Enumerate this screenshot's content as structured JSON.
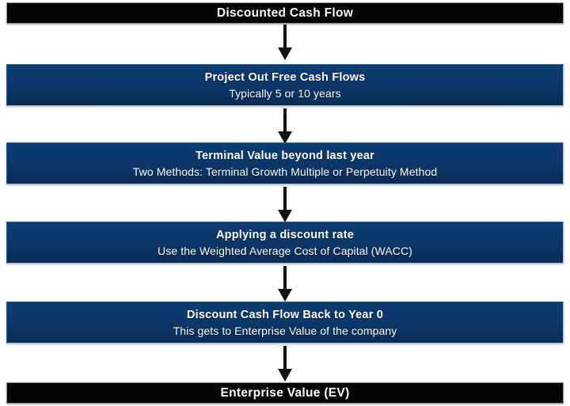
{
  "diagram": {
    "title": "Discounted Cash Flow",
    "colors": {
      "terminal_fill": "#050505",
      "process_fill": "#0b3768",
      "text": "#ffffff",
      "background": "#ffffff",
      "arrow": "#111111"
    },
    "nodes": [
      {
        "id": "top",
        "kind": "terminal",
        "title": "Discounted Cash Flow",
        "subtitle": ""
      },
      {
        "id": "step-1",
        "kind": "process",
        "title": "Project Out Free Cash Flows",
        "subtitle": "Typically 5 or 10 years"
      },
      {
        "id": "step-2",
        "kind": "process",
        "title": "Terminal Value beyond last year",
        "subtitle": "Two Methods: Terminal Growth Multiple or Perpetuity Method"
      },
      {
        "id": "step-3",
        "kind": "process",
        "title": "Applying a discount rate",
        "subtitle": "Use the Weighted Average Cost of Capital (WACC)"
      },
      {
        "id": "step-4",
        "kind": "process",
        "title": "Discount Cash Flow Back to Year 0",
        "subtitle": "This gets to Enterprise Value of the company"
      },
      {
        "id": "bottom",
        "kind": "terminal",
        "title": "Enterprise Value (EV)",
        "subtitle": ""
      }
    ],
    "connectors": [
      {
        "id": "arrow-1",
        "icon": "arrow-down-icon",
        "from": "top",
        "to": "step-1"
      },
      {
        "id": "arrow-2",
        "icon": "arrow-down-icon",
        "from": "step-1",
        "to": "step-2"
      },
      {
        "id": "arrow-3",
        "icon": "arrow-down-icon",
        "from": "step-2",
        "to": "step-3"
      },
      {
        "id": "arrow-4",
        "icon": "arrow-down-icon",
        "from": "step-3",
        "to": "step-4"
      },
      {
        "id": "arrow-5",
        "icon": "arrow-down-icon",
        "from": "step-4",
        "to": "bottom"
      }
    ]
  }
}
